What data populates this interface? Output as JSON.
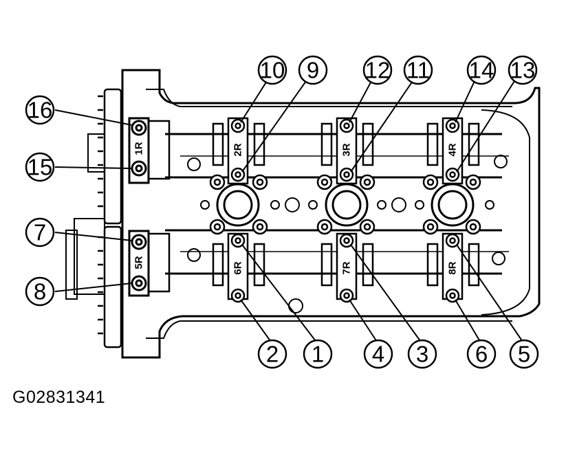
{
  "figure_id": "G02831341",
  "cap_labels": [
    "1R",
    "2R",
    "3R",
    "4R",
    "5R",
    "6R",
    "7R",
    "8R"
  ],
  "callouts": [
    "1",
    "2",
    "3",
    "4",
    "5",
    "6",
    "7",
    "8",
    "9",
    "10",
    "11",
    "12",
    "13",
    "14",
    "15",
    "16"
  ]
}
